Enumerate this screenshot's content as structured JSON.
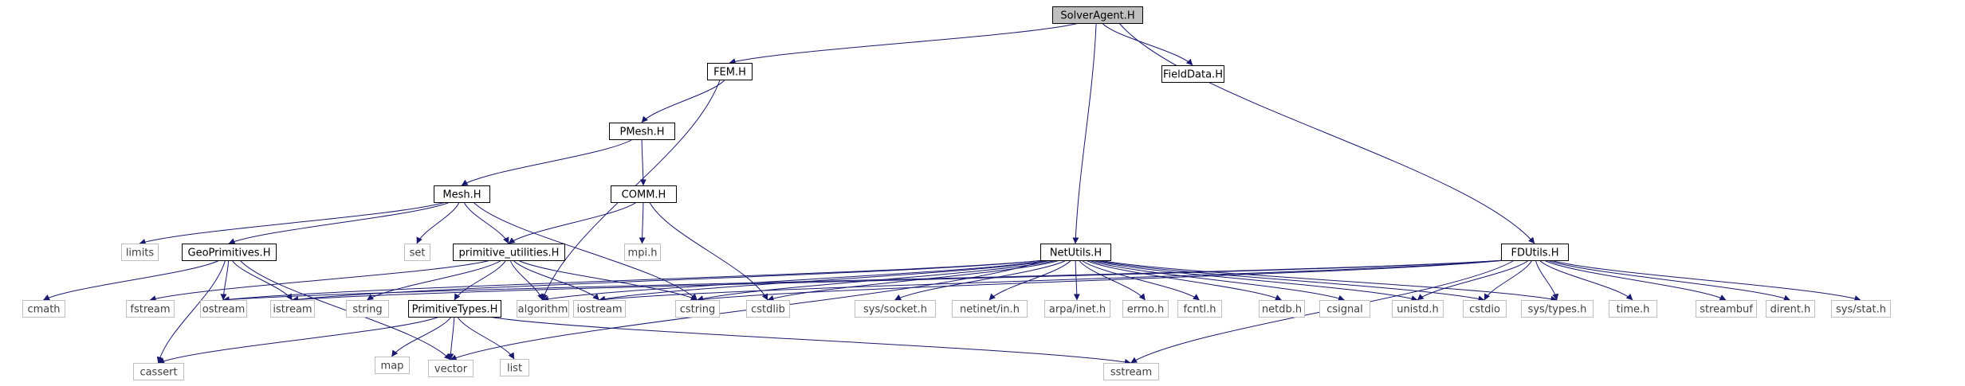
{
  "colors": {
    "edge": "#191970",
    "root_fill": "#bfbfbf",
    "documented_border": "#000000",
    "external_border": "#bfbfbf",
    "external_text": "#404040",
    "text": "#000000"
  },
  "nodes": [
    {
      "id": "SolverAgent",
      "label": "SolverAgent.H",
      "kind": "root"
    },
    {
      "id": "FEM",
      "label": "FEM.H",
      "kind": "documented"
    },
    {
      "id": "FieldData",
      "label": "FieldData.H",
      "kind": "documented"
    },
    {
      "id": "PMesh",
      "label": "PMesh.H",
      "kind": "documented"
    },
    {
      "id": "Mesh",
      "label": "Mesh.H",
      "kind": "documented"
    },
    {
      "id": "COMM",
      "label": "COMM.H",
      "kind": "documented"
    },
    {
      "id": "NetUtils",
      "label": "NetUtils.H",
      "kind": "documented"
    },
    {
      "id": "FDUtils",
      "label": "FDUtils.H",
      "kind": "documented"
    },
    {
      "id": "limits",
      "label": "limits",
      "kind": "external"
    },
    {
      "id": "GeoPrimitives",
      "label": "GeoPrimitives.H",
      "kind": "documented"
    },
    {
      "id": "set",
      "label": "set",
      "kind": "external"
    },
    {
      "id": "primitive_utilities",
      "label": "primitive_utilities.H",
      "kind": "documented"
    },
    {
      "id": "mpih",
      "label": "mpi.h",
      "kind": "external"
    },
    {
      "id": "cmath",
      "label": "cmath",
      "kind": "external"
    },
    {
      "id": "fstream",
      "label": "fstream",
      "kind": "external"
    },
    {
      "id": "ostream",
      "label": "ostream",
      "kind": "external"
    },
    {
      "id": "istream",
      "label": "istream",
      "kind": "external"
    },
    {
      "id": "string",
      "label": "string",
      "kind": "external"
    },
    {
      "id": "PrimitiveTypes",
      "label": "PrimitiveTypes.H",
      "kind": "documented"
    },
    {
      "id": "algorithm",
      "label": "algorithm",
      "kind": "external"
    },
    {
      "id": "iostream",
      "label": "iostream",
      "kind": "external"
    },
    {
      "id": "cstring",
      "label": "cstring",
      "kind": "external"
    },
    {
      "id": "cstdlib",
      "label": "cstdlib",
      "kind": "external"
    },
    {
      "id": "syssocket",
      "label": "sys/socket.h",
      "kind": "external"
    },
    {
      "id": "netinetin",
      "label": "netinet/in.h",
      "kind": "external"
    },
    {
      "id": "arpainet",
      "label": "arpa/inet.h",
      "kind": "external"
    },
    {
      "id": "errnoh",
      "label": "errno.h",
      "kind": "external"
    },
    {
      "id": "fcntlh",
      "label": "fcntl.h",
      "kind": "external"
    },
    {
      "id": "netdbh",
      "label": "netdb.h",
      "kind": "external"
    },
    {
      "id": "csignal",
      "label": "csignal",
      "kind": "external"
    },
    {
      "id": "unistdh",
      "label": "unistd.h",
      "kind": "external"
    },
    {
      "id": "cstdio",
      "label": "cstdio",
      "kind": "external"
    },
    {
      "id": "systypes",
      "label": "sys/types.h",
      "kind": "external"
    },
    {
      "id": "timeh",
      "label": "time.h",
      "kind": "external"
    },
    {
      "id": "streambuf",
      "label": "streambuf",
      "kind": "external"
    },
    {
      "id": "direnth",
      "label": "dirent.h",
      "kind": "external"
    },
    {
      "id": "sysstat",
      "label": "sys/stat.h",
      "kind": "external"
    },
    {
      "id": "cassert",
      "label": "cassert",
      "kind": "external"
    },
    {
      "id": "map",
      "label": "map",
      "kind": "external"
    },
    {
      "id": "vector",
      "label": "vector",
      "kind": "external"
    },
    {
      "id": "list",
      "label": "list",
      "kind": "external"
    },
    {
      "id": "sstream",
      "label": "sstream",
      "kind": "external"
    }
  ],
  "edges": [
    [
      "SolverAgent",
      "FEM"
    ],
    [
      "SolverAgent",
      "FieldData"
    ],
    [
      "SolverAgent",
      "NetUtils"
    ],
    [
      "SolverAgent",
      "FDUtils"
    ],
    [
      "FEM",
      "PMesh"
    ],
    [
      "FEM",
      "algorithm"
    ],
    [
      "PMesh",
      "Mesh"
    ],
    [
      "PMesh",
      "COMM"
    ],
    [
      "Mesh",
      "limits"
    ],
    [
      "Mesh",
      "GeoPrimitives"
    ],
    [
      "Mesh",
      "set"
    ],
    [
      "Mesh",
      "primitive_utilities"
    ],
    [
      "Mesh",
      "cstring"
    ],
    [
      "COMM",
      "primitive_utilities"
    ],
    [
      "COMM",
      "mpih"
    ],
    [
      "COMM",
      "cstdlib"
    ],
    [
      "GeoPrimitives",
      "cmath"
    ],
    [
      "GeoPrimitives",
      "ostream"
    ],
    [
      "GeoPrimitives",
      "istream"
    ],
    [
      "GeoPrimitives",
      "cassert"
    ],
    [
      "GeoPrimitives",
      "vector"
    ],
    [
      "primitive_utilities",
      "fstream"
    ],
    [
      "primitive_utilities",
      "string"
    ],
    [
      "primitive_utilities",
      "PrimitiveTypes"
    ],
    [
      "primitive_utilities",
      "algorithm"
    ],
    [
      "primitive_utilities",
      "iostream"
    ],
    [
      "primitive_utilities",
      "cstring"
    ],
    [
      "PrimitiveTypes",
      "cassert"
    ],
    [
      "PrimitiveTypes",
      "map"
    ],
    [
      "PrimitiveTypes",
      "vector"
    ],
    [
      "PrimitiveTypes",
      "list"
    ],
    [
      "PrimitiveTypes",
      "sstream"
    ],
    [
      "NetUtils",
      "ostream"
    ],
    [
      "NetUtils",
      "istream"
    ],
    [
      "NetUtils",
      "algorithm"
    ],
    [
      "NetUtils",
      "iostream"
    ],
    [
      "NetUtils",
      "cstring"
    ],
    [
      "NetUtils",
      "cstdlib"
    ],
    [
      "NetUtils",
      "syssocket"
    ],
    [
      "NetUtils",
      "netinetin"
    ],
    [
      "NetUtils",
      "arpainet"
    ],
    [
      "NetUtils",
      "errnoh"
    ],
    [
      "NetUtils",
      "fcntlh"
    ],
    [
      "NetUtils",
      "netdbh"
    ],
    [
      "NetUtils",
      "csignal"
    ],
    [
      "NetUtils",
      "unistdh"
    ],
    [
      "NetUtils",
      "cstdio"
    ],
    [
      "NetUtils",
      "systypes"
    ],
    [
      "NetUtils",
      "vector"
    ],
    [
      "FDUtils",
      "ostream"
    ],
    [
      "FDUtils",
      "istream"
    ],
    [
      "FDUtils",
      "iostream"
    ],
    [
      "FDUtils",
      "cstring"
    ],
    [
      "FDUtils",
      "unistdh"
    ],
    [
      "FDUtils",
      "cstdio"
    ],
    [
      "FDUtils",
      "systypes"
    ],
    [
      "FDUtils",
      "timeh"
    ],
    [
      "FDUtils",
      "streambuf"
    ],
    [
      "FDUtils",
      "direnth"
    ],
    [
      "FDUtils",
      "sysstat"
    ],
    [
      "FDUtils",
      "sstream"
    ]
  ]
}
